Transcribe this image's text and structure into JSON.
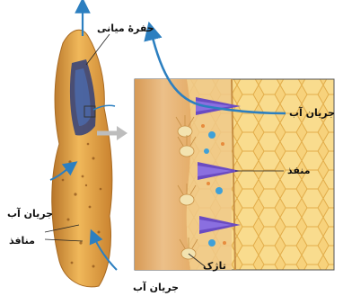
{
  "labels": {
    "central_cavity": "حفرهٔ میانی",
    "water_flow": "جریان آب",
    "pore": "منفذ",
    "pores": "منافذ",
    "choanocyte": "تاژک"
  },
  "colors": {
    "sponge_body": "#e8a94a",
    "sponge_shadow": "#b7752a",
    "water_arrow": "#2c7fc0",
    "cell_violet": "#6a4bc2",
    "cell_blue": "#3fa0d8",
    "honeycomb": "#f6cf72",
    "tissue": "#e9b87a"
  }
}
